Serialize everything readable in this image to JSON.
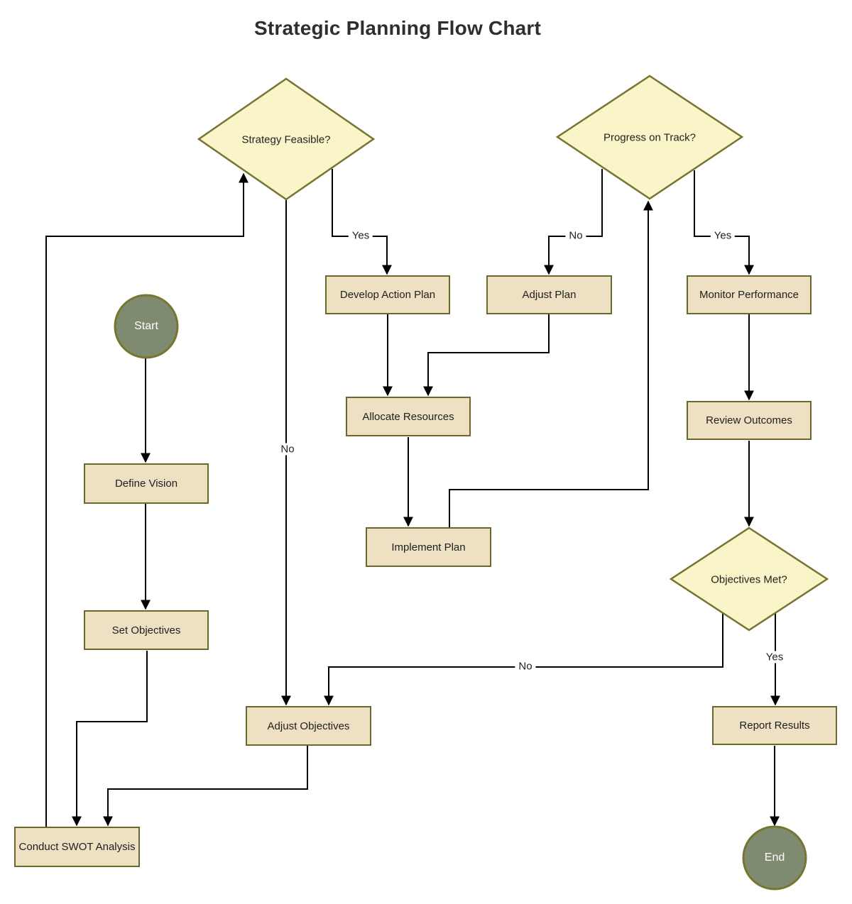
{
  "title": "Strategic Planning Flow Chart",
  "colors": {
    "process_fill": "#ede0c3",
    "process_border": "#6b682b",
    "decision_fill": "#faf5c8",
    "decision_border": "#767430",
    "terminal_fill": "#7e8b71",
    "terminal_border": "#77762f",
    "edge_stroke": "#000000",
    "text": "#1f1f1f"
  },
  "nodes": {
    "start": {
      "label": "Start",
      "type": "terminal"
    },
    "define_vision": {
      "label": "Define Vision",
      "type": "process"
    },
    "set_objectives": {
      "label": "Set Objectives",
      "type": "process"
    },
    "conduct_swot": {
      "label": "Conduct SWOT Analysis",
      "type": "process"
    },
    "strategy_feasible": {
      "label": "Strategy Feasible?",
      "type": "decision"
    },
    "develop_action_plan": {
      "label": "Develop Action Plan",
      "type": "process"
    },
    "adjust_objectives": {
      "label": "Adjust Objectives",
      "type": "process"
    },
    "allocate_resources": {
      "label": "Allocate Resources",
      "type": "process"
    },
    "implement_plan": {
      "label": "Implement Plan",
      "type": "process"
    },
    "progress_on_track": {
      "label": "Progress on Track?",
      "type": "decision"
    },
    "adjust_plan": {
      "label": "Adjust Plan",
      "type": "process"
    },
    "monitor_performance": {
      "label": "Monitor Performance",
      "type": "process"
    },
    "review_outcomes": {
      "label": "Review Outcomes",
      "type": "process"
    },
    "objectives_met": {
      "label": "Objectives Met?",
      "type": "decision"
    },
    "report_results": {
      "label": "Report Results",
      "type": "process"
    },
    "end": {
      "label": "End",
      "type": "terminal"
    }
  },
  "edges": [
    {
      "from": "Start",
      "to": "Define Vision",
      "label": ""
    },
    {
      "from": "Define Vision",
      "to": "Set Objectives",
      "label": ""
    },
    {
      "from": "Set Objectives",
      "to": "Conduct SWOT Analysis",
      "label": ""
    },
    {
      "from": "Conduct SWOT Analysis",
      "to": "Strategy Feasible?",
      "label": ""
    },
    {
      "from": "Strategy Feasible?",
      "to": "Develop Action Plan",
      "label": "Yes"
    },
    {
      "from": "Strategy Feasible?",
      "to": "Adjust Objectives",
      "label": "No"
    },
    {
      "from": "Adjust Objectives",
      "to": "Conduct SWOT Analysis",
      "label": ""
    },
    {
      "from": "Develop Action Plan",
      "to": "Allocate Resources",
      "label": ""
    },
    {
      "from": "Adjust Plan",
      "to": "Allocate Resources",
      "label": ""
    },
    {
      "from": "Allocate Resources",
      "to": "Implement Plan",
      "label": ""
    },
    {
      "from": "Implement Plan",
      "to": "Progress on Track?",
      "label": ""
    },
    {
      "from": "Progress on Track?",
      "to": "Adjust Plan",
      "label": "No"
    },
    {
      "from": "Progress on Track?",
      "to": "Monitor Performance",
      "label": "Yes"
    },
    {
      "from": "Monitor Performance",
      "to": "Review Outcomes",
      "label": ""
    },
    {
      "from": "Review Outcomes",
      "to": "Objectives Met?",
      "label": ""
    },
    {
      "from": "Objectives Met?",
      "to": "Adjust Objectives",
      "label": "No"
    },
    {
      "from": "Objectives Met?",
      "to": "Report Results",
      "label": "Yes"
    },
    {
      "from": "Report Results",
      "to": "End",
      "label": ""
    }
  ]
}
